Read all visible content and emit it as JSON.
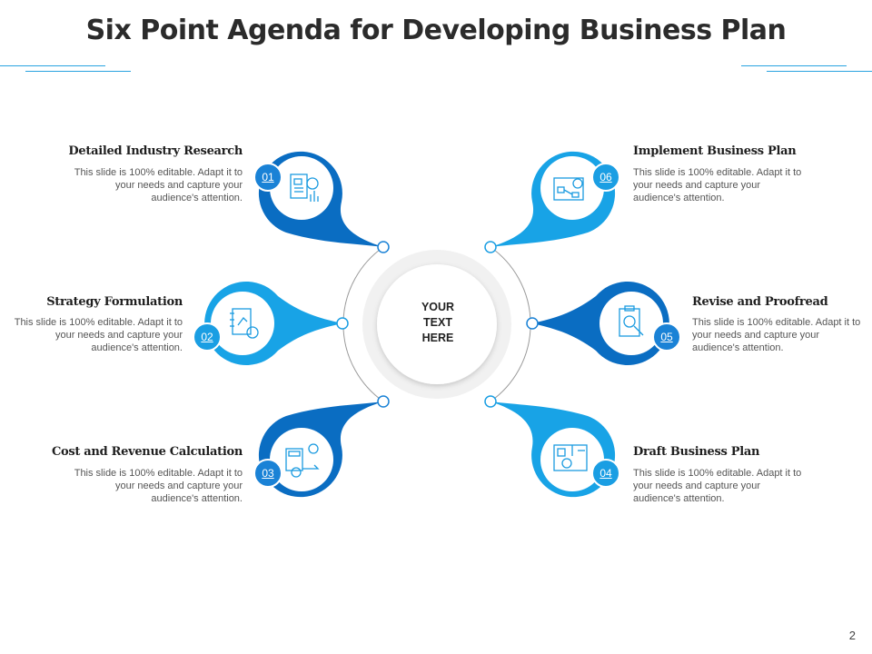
{
  "title": "Six Point Agenda for Developing Business Plan",
  "center": {
    "line1": "YOUR",
    "line2": "TEXT",
    "line3": "HERE"
  },
  "items": [
    {
      "num": "01",
      "title": "Detailed Industry Research",
      "desc": "This slide is 100% editable. Adapt it to your needs and capture your audience's attention.",
      "icon": "report-chart-icon",
      "color": "#0a6dc2"
    },
    {
      "num": "02",
      "title": "Strategy Formulation",
      "desc": "This slide is 100% editable. Adapt it to your needs and capture your audience's attention.",
      "icon": "strategy-notebook-icon",
      "color": "#18a3e6"
    },
    {
      "num": "03",
      "title": "Cost and Revenue Calculation",
      "desc": "This slide is 100% editable. Adapt it to your needs and capture your audience's attention.",
      "icon": "calculator-dollar-icon",
      "color": "#0a6dc2"
    },
    {
      "num": "04",
      "title": "Draft Business Plan",
      "desc": "This slide is 100% editable. Adapt it to your needs and capture your audience's attention.",
      "icon": "blueprint-dollar-icon",
      "color": "#18a3e6"
    },
    {
      "num": "05",
      "title": "Revise and Proofread",
      "desc": "This slide is 100% editable. Adapt it to your needs and capture your audience's attention.",
      "icon": "clipboard-magnifier-icon",
      "color": "#0a6dc2"
    },
    {
      "num": "06",
      "title": "Implement Business Plan",
      "desc": "This slide is 100% editable. Adapt it to your needs and capture your audience's attention.",
      "icon": "flowchart-gear-icon",
      "color": "#18a3e6"
    }
  ],
  "page_number": "2"
}
